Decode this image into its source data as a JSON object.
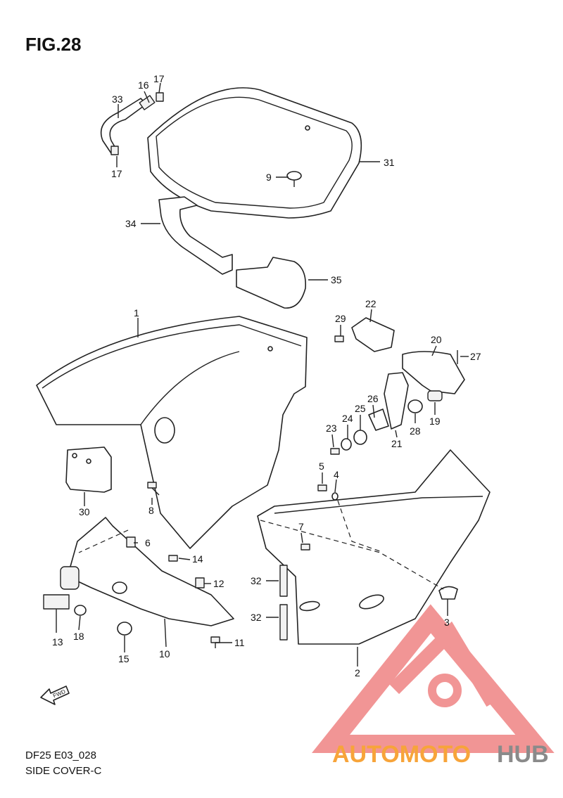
{
  "figure": {
    "title": "FIG.28",
    "code": "DF25 E03_028",
    "name": "SIDE COVER-C"
  },
  "watermark": {
    "part1": "AUTOMOTO",
    "part2": "HUB",
    "color_main": "#f7a43a",
    "color_hub": "#8a8a8a",
    "color_logo": "#f08a8a"
  },
  "fwd_label": "FWD",
  "labels": [
    "1",
    "2",
    "3",
    "4",
    "5",
    "6",
    "7",
    "8",
    "9",
    "10",
    "11",
    "12",
    "13",
    "14",
    "15",
    "16",
    "17",
    "17",
    "18",
    "19",
    "20",
    "21",
    "22",
    "23",
    "24",
    "25",
    "26",
    "27",
    "28",
    "29",
    "30",
    "31",
    "32",
    "32",
    "33",
    "34",
    "35"
  ]
}
